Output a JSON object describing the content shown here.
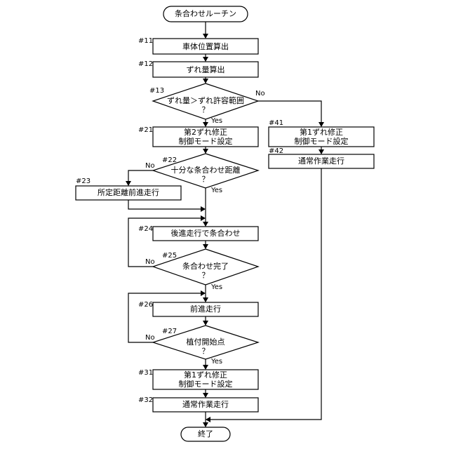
{
  "start": "条合わせルーチン",
  "end": "終了",
  "steps": {
    "s11": {
      "id": "#11",
      "text": "車体位置算出"
    },
    "s12": {
      "id": "#12",
      "text": "ずれ量算出"
    },
    "s13": {
      "id": "#13",
      "line1": "ずれ量＞ずれ許容範囲",
      "line2": "？"
    },
    "s21": {
      "id": "#21",
      "line1": "第2ずれ修正",
      "line2": "制御モード設定"
    },
    "s22": {
      "id": "#22",
      "line1": "十分な条合わせ距離",
      "line2": "？"
    },
    "s23": {
      "id": "#23",
      "text": "所定距離前進走行"
    },
    "s24": {
      "id": "#24",
      "text": "後進走行で条合わせ"
    },
    "s25": {
      "id": "#25",
      "line1": "条合わせ完了",
      "line2": "？"
    },
    "s26": {
      "id": "#26",
      "text": "前進走行"
    },
    "s27": {
      "id": "#27",
      "line1": "植付開始点",
      "line2": "？"
    },
    "s31": {
      "id": "#31",
      "line1": "第1ずれ修正",
      "line2": "制御モード設定"
    },
    "s32": {
      "id": "#32",
      "text": "通常作業走行"
    },
    "s41": {
      "id": "#41",
      "line1": "第1ずれ修正",
      "line2": "制御モード設定"
    },
    "s42": {
      "id": "#42",
      "text": "通常作業走行"
    }
  },
  "branch": {
    "yes": "Yes",
    "no": "No"
  }
}
